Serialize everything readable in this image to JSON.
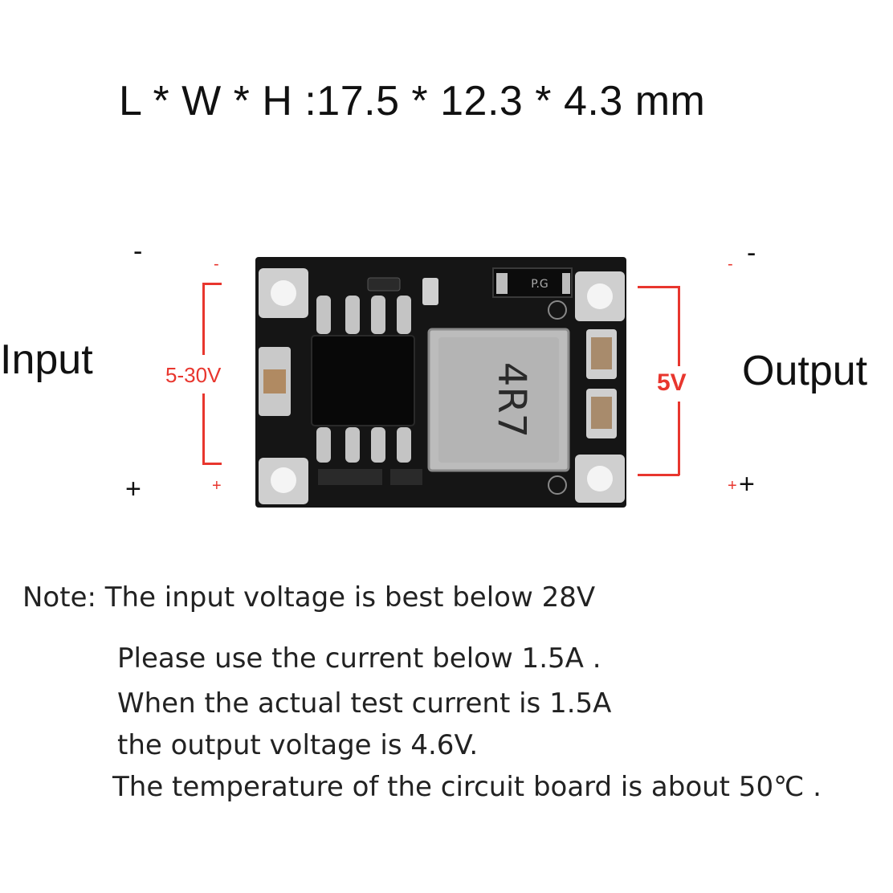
{
  "title": {
    "dimensions": "L * W * H :17.5 * 12.3 * 4.3 mm"
  },
  "input": {
    "label": "Input",
    "minus": "-",
    "plus": "+",
    "pad_minus": "-",
    "pad_plus": "+",
    "voltage_range": "5-30V"
  },
  "output": {
    "label": "Output",
    "minus": "-",
    "plus": "+",
    "pad_minus": "-",
    "pad_plus": "+",
    "voltage": "5V"
  },
  "board": {
    "inductor_marking": "4R7",
    "diode_marking": "P.G"
  },
  "notes": {
    "line1": "Note: The input voltage is best below 28V",
    "line2": "Please use the current below 1.5A .",
    "line3": "When the actual test current is 1.5A",
    "line4": "the output voltage is 4.6V.",
    "line5": "The temperature of the circuit board is about 50℃ ."
  },
  "colors": {
    "accent_red": "#e8362e",
    "board_black": "#141414",
    "pad_silver": "#d9d9d9"
  }
}
